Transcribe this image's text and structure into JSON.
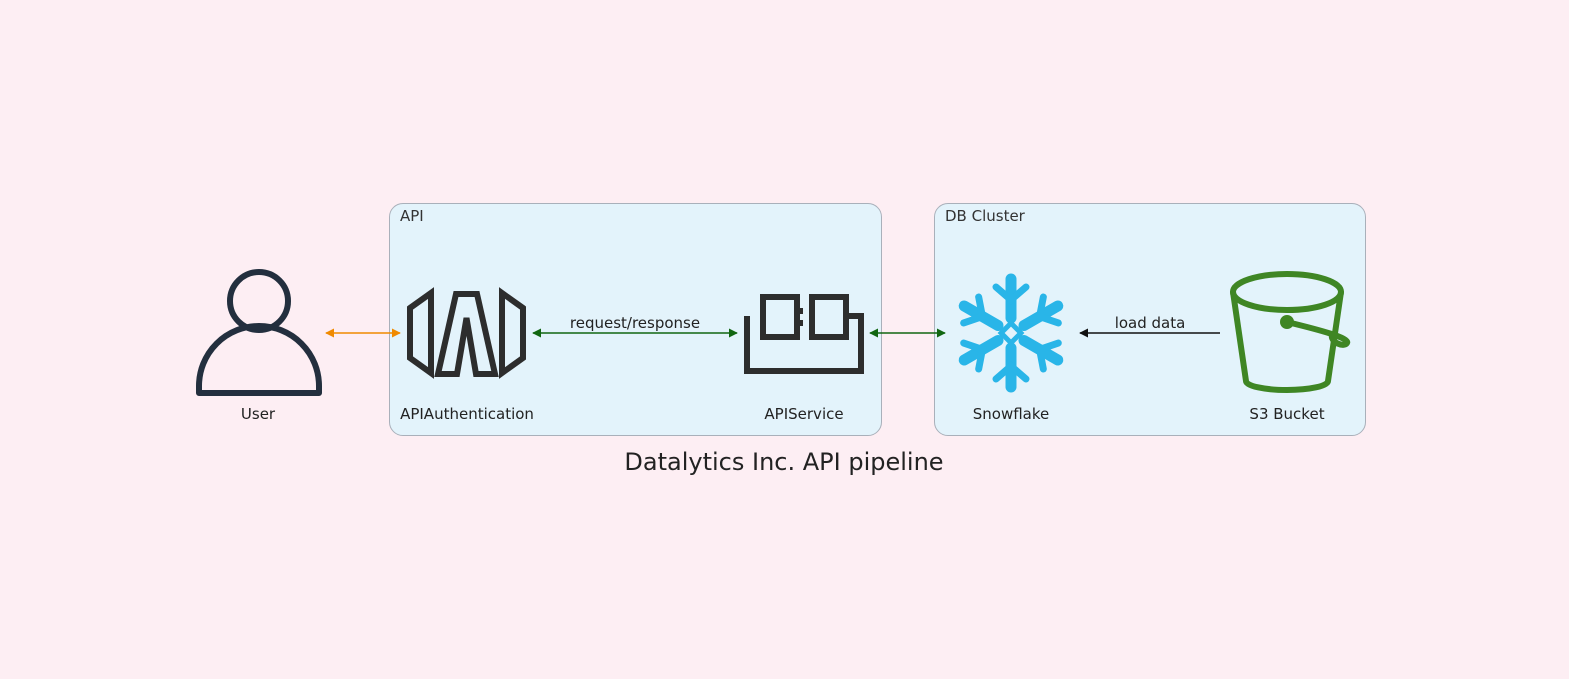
{
  "diagram": {
    "title": "Datalytics Inc. API pipeline",
    "clusters": {
      "api": {
        "label": "API"
      },
      "db": {
        "label": "DB Cluster"
      }
    },
    "nodes": {
      "user": {
        "label": "User",
        "icon": "user-icon"
      },
      "api_auth": {
        "label": "APIAuthentication",
        "icon": "api-authentication-icon"
      },
      "api_service": {
        "label": "APIService",
        "icon": "api-service-icon"
      },
      "snowflake": {
        "label": "Snowflake",
        "icon": "snowflake-icon"
      },
      "s3": {
        "label": "S3 Bucket",
        "icon": "s3-bucket-icon"
      }
    },
    "edges": {
      "user_auth": {
        "label": "",
        "color": "#f08a00"
      },
      "auth_service": {
        "label": "request/response",
        "color": "#116611"
      },
      "service_snowflake": {
        "label": "",
        "color": "#116611"
      },
      "s3_snowflake": {
        "label": "load data",
        "color": "#111111"
      }
    }
  },
  "colors": {
    "background": "#fdeef3",
    "cluster_fill": "#e3f3fb",
    "cluster_border": "#a9b0ba",
    "user_icon": "#232f3e",
    "api_icon": "#2d2d2d",
    "snowflake": "#29b5e8",
    "s3_bucket": "#3f8624"
  }
}
